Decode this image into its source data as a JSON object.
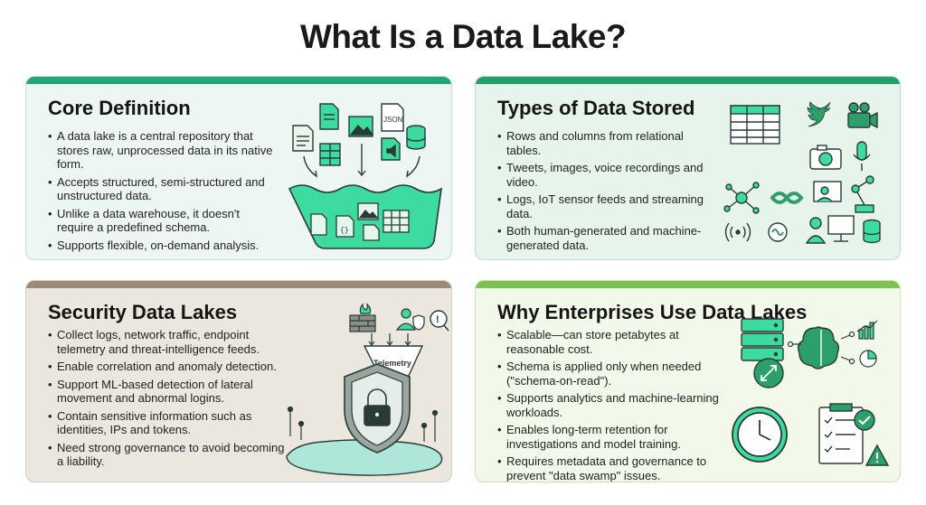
{
  "page_title": "What Is a Data Lake?",
  "colors": {
    "accent_green": "#1fa874",
    "mint": "#3ddba0",
    "ink": "#2a3a36"
  },
  "cards": [
    {
      "title": "Core Definition",
      "bullets": [
        "A data lake is a central repository that stores raw, unprocessed data in its native form.",
        "Accepts structured, semi-structured and unstructured data.",
        "Unlike a data warehouse, it doesn't require a predefined schema.",
        "Supports flexible, on-demand analysis."
      ],
      "art_label": "JSON"
    },
    {
      "title": "Types of Data Stored",
      "bullets": [
        "Rows and columns from relational tables.",
        "Tweets, images, voice recordings and video.",
        "Logs, IoT sensor feeds and streaming data.",
        "Both human-generated and machine-generated data."
      ]
    },
    {
      "title": "Security Data Lakes",
      "bullets": [
        "Collect logs, network traffic, endpoint telemetry and threat-intelligence feeds.",
        "Enable correlation and anomaly detection.",
        "Support ML-based detection of lateral movement and abnormal logins.",
        "Contain sensitive information such as identities, IPs and tokens.",
        "Need strong governance to avoid becoming a liability."
      ],
      "art_label": "Telemetry"
    },
    {
      "title": "Why Enterprises Use Data Lakes",
      "bullets": [
        "Scalable—can store petabytes at reasonable cost.",
        "Schema is applied only when needed (\"schema-on-read\").",
        "Supports analytics and machine-learning workloads.",
        "Enables long-term retention for investigations and model training.",
        "Requires metadata and governance to prevent \"data swamp\" issues."
      ]
    }
  ]
}
